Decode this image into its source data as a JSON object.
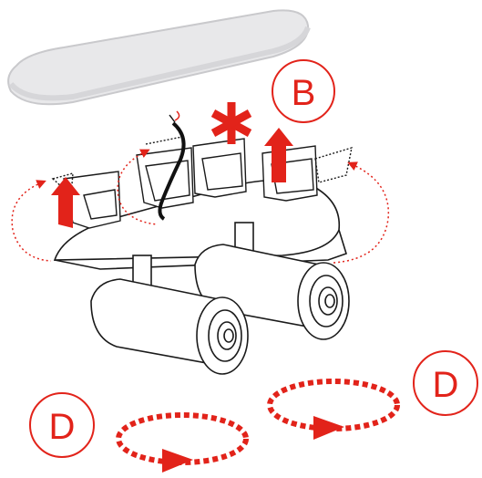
{
  "colors": {
    "accent": "#e2231a",
    "line": "#1a1a1a",
    "panel": "#e8e8ea",
    "panel_edge": "#c9c9cc",
    "background": "#ffffff"
  },
  "labels": {
    "b": "B",
    "d_right": "D",
    "d_left": "D"
  },
  "icons": {
    "asterisk": "asterisk-icon",
    "arrow_up": "arrow-up-icon",
    "rotate": "rotate-arrow-icon",
    "turn": "turn-arrow-icon"
  }
}
